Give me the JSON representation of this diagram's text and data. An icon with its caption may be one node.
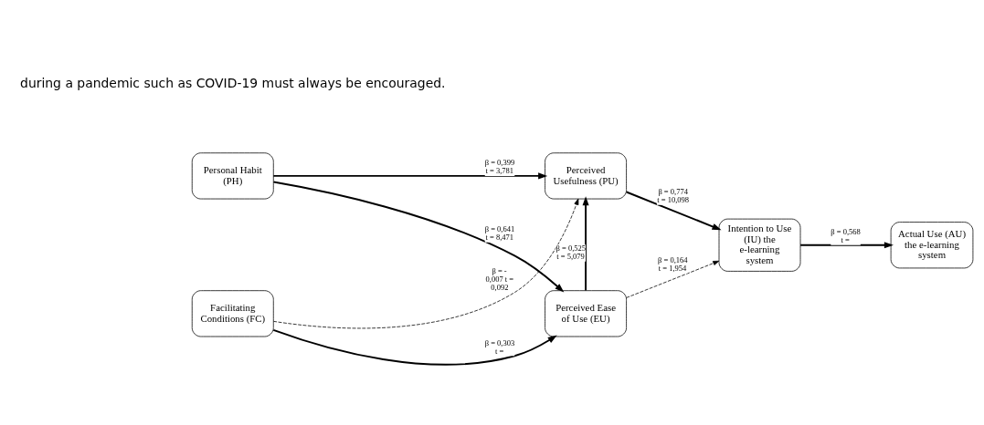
{
  "diagram": {
    "nodes": [
      {
        "text": [
          "Personal Habit (PH)"
        ]
      },
      {
        "text": [
          "Perceived Usefulness (PU)"
        ]
      },
      {
        "text": [
          "Facilitating Conditions (FC)"
        ]
      },
      {
        "text": [
          "Perceived Ease of Use (EU)"
        ]
      },
      {
        "text": [
          "Intention to Use (IU) the e-learning system"
        ]
      },
      {
        "text": [
          "Actual Use (AU) the e-learning system"
        ]
      }
    ],
    "edges": [
      {
        "from": 0,
        "to": 1,
        "arrow": "to",
        "label": "β = 0,399 t = 3,781"
      },
      {
        "from": 0,
        "to": 3,
        "arrow": "to",
        "label": "β = 0,641 t = 8,471"
      },
      {
        "from": 2,
        "to": 1,
        "arrow": "to",
        "label": "β = - 0,007 t = 0,092",
        "style": "dashed"
      },
      {
        "from": 2,
        "to": 3,
        "arrow": "to",
        "label": "β = 0,303 t ="
      },
      {
        "from": 3,
        "to": 1,
        "arrow": "to",
        "label": "β = 0,525 t = 5,079"
      },
      {
        "from": 1,
        "to": 4,
        "arrow": "to",
        "label": "β = 0,774 t = 10,098"
      },
      {
        "from": 3,
        "to": 4,
        "arrow": "to",
        "label": "β = 0,164 t = 1,954",
        "style": "dashed"
      },
      {
        "from": 4,
        "to": 5,
        "arrow": "to",
        "label": "β = 0,568 t ="
      }
    ],
    "labels": [
      "during a pandemic such as COVID-19 must always be encouraged."
    ]
  }
}
